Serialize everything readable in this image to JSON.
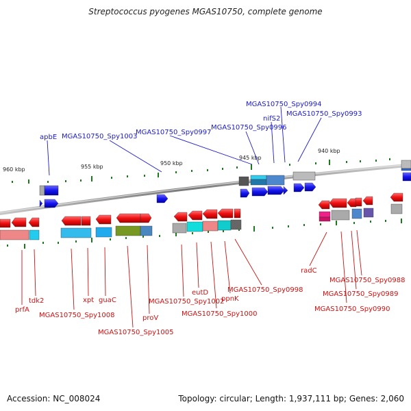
{
  "title": "Streptococcus pyogenes MGAS10750, complete genome",
  "footer": {
    "accession": "Accession: NC_008024",
    "summary": "Topology: circular; Length: 1,937,111 bp; Genes: 2,060"
  },
  "scale_labels": [
    "960 kbp",
    "955 kbp",
    "950 kbp",
    "945 kbp",
    "940 kbp"
  ],
  "upper_gene_labels": [
    "apbE",
    "MGAS10750_Spy1003",
    "MGAS10750_Spy0997",
    "MGAS10750_Spy0996",
    "nifS2",
    "MGAS10750_Spy0994",
    "MGAS10750_Spy0993"
  ],
  "lower_gene_labels": [
    "prfA",
    "tdk2",
    "MGAS10750_Spy1008",
    "xpt",
    "guaC",
    "MGAS10750_Spy1005",
    "proV",
    "MGAS10750_Spy1002",
    "eutD",
    "MGAS10750_Spy1000",
    "ppnK",
    "MGAS10750_Spy0998",
    "radC",
    "MGAS10750_Spy0988",
    "MGAS10750_Spy0989",
    "MGAS10750_Spy0990"
  ],
  "colors": {
    "upper_label": "#1a1acc",
    "lower_label": "#cc1111",
    "forward_gene": "#1010ee",
    "reverse_gene": "#ee1111",
    "backbone": "#888888",
    "tick": "#1a7a1a"
  }
}
